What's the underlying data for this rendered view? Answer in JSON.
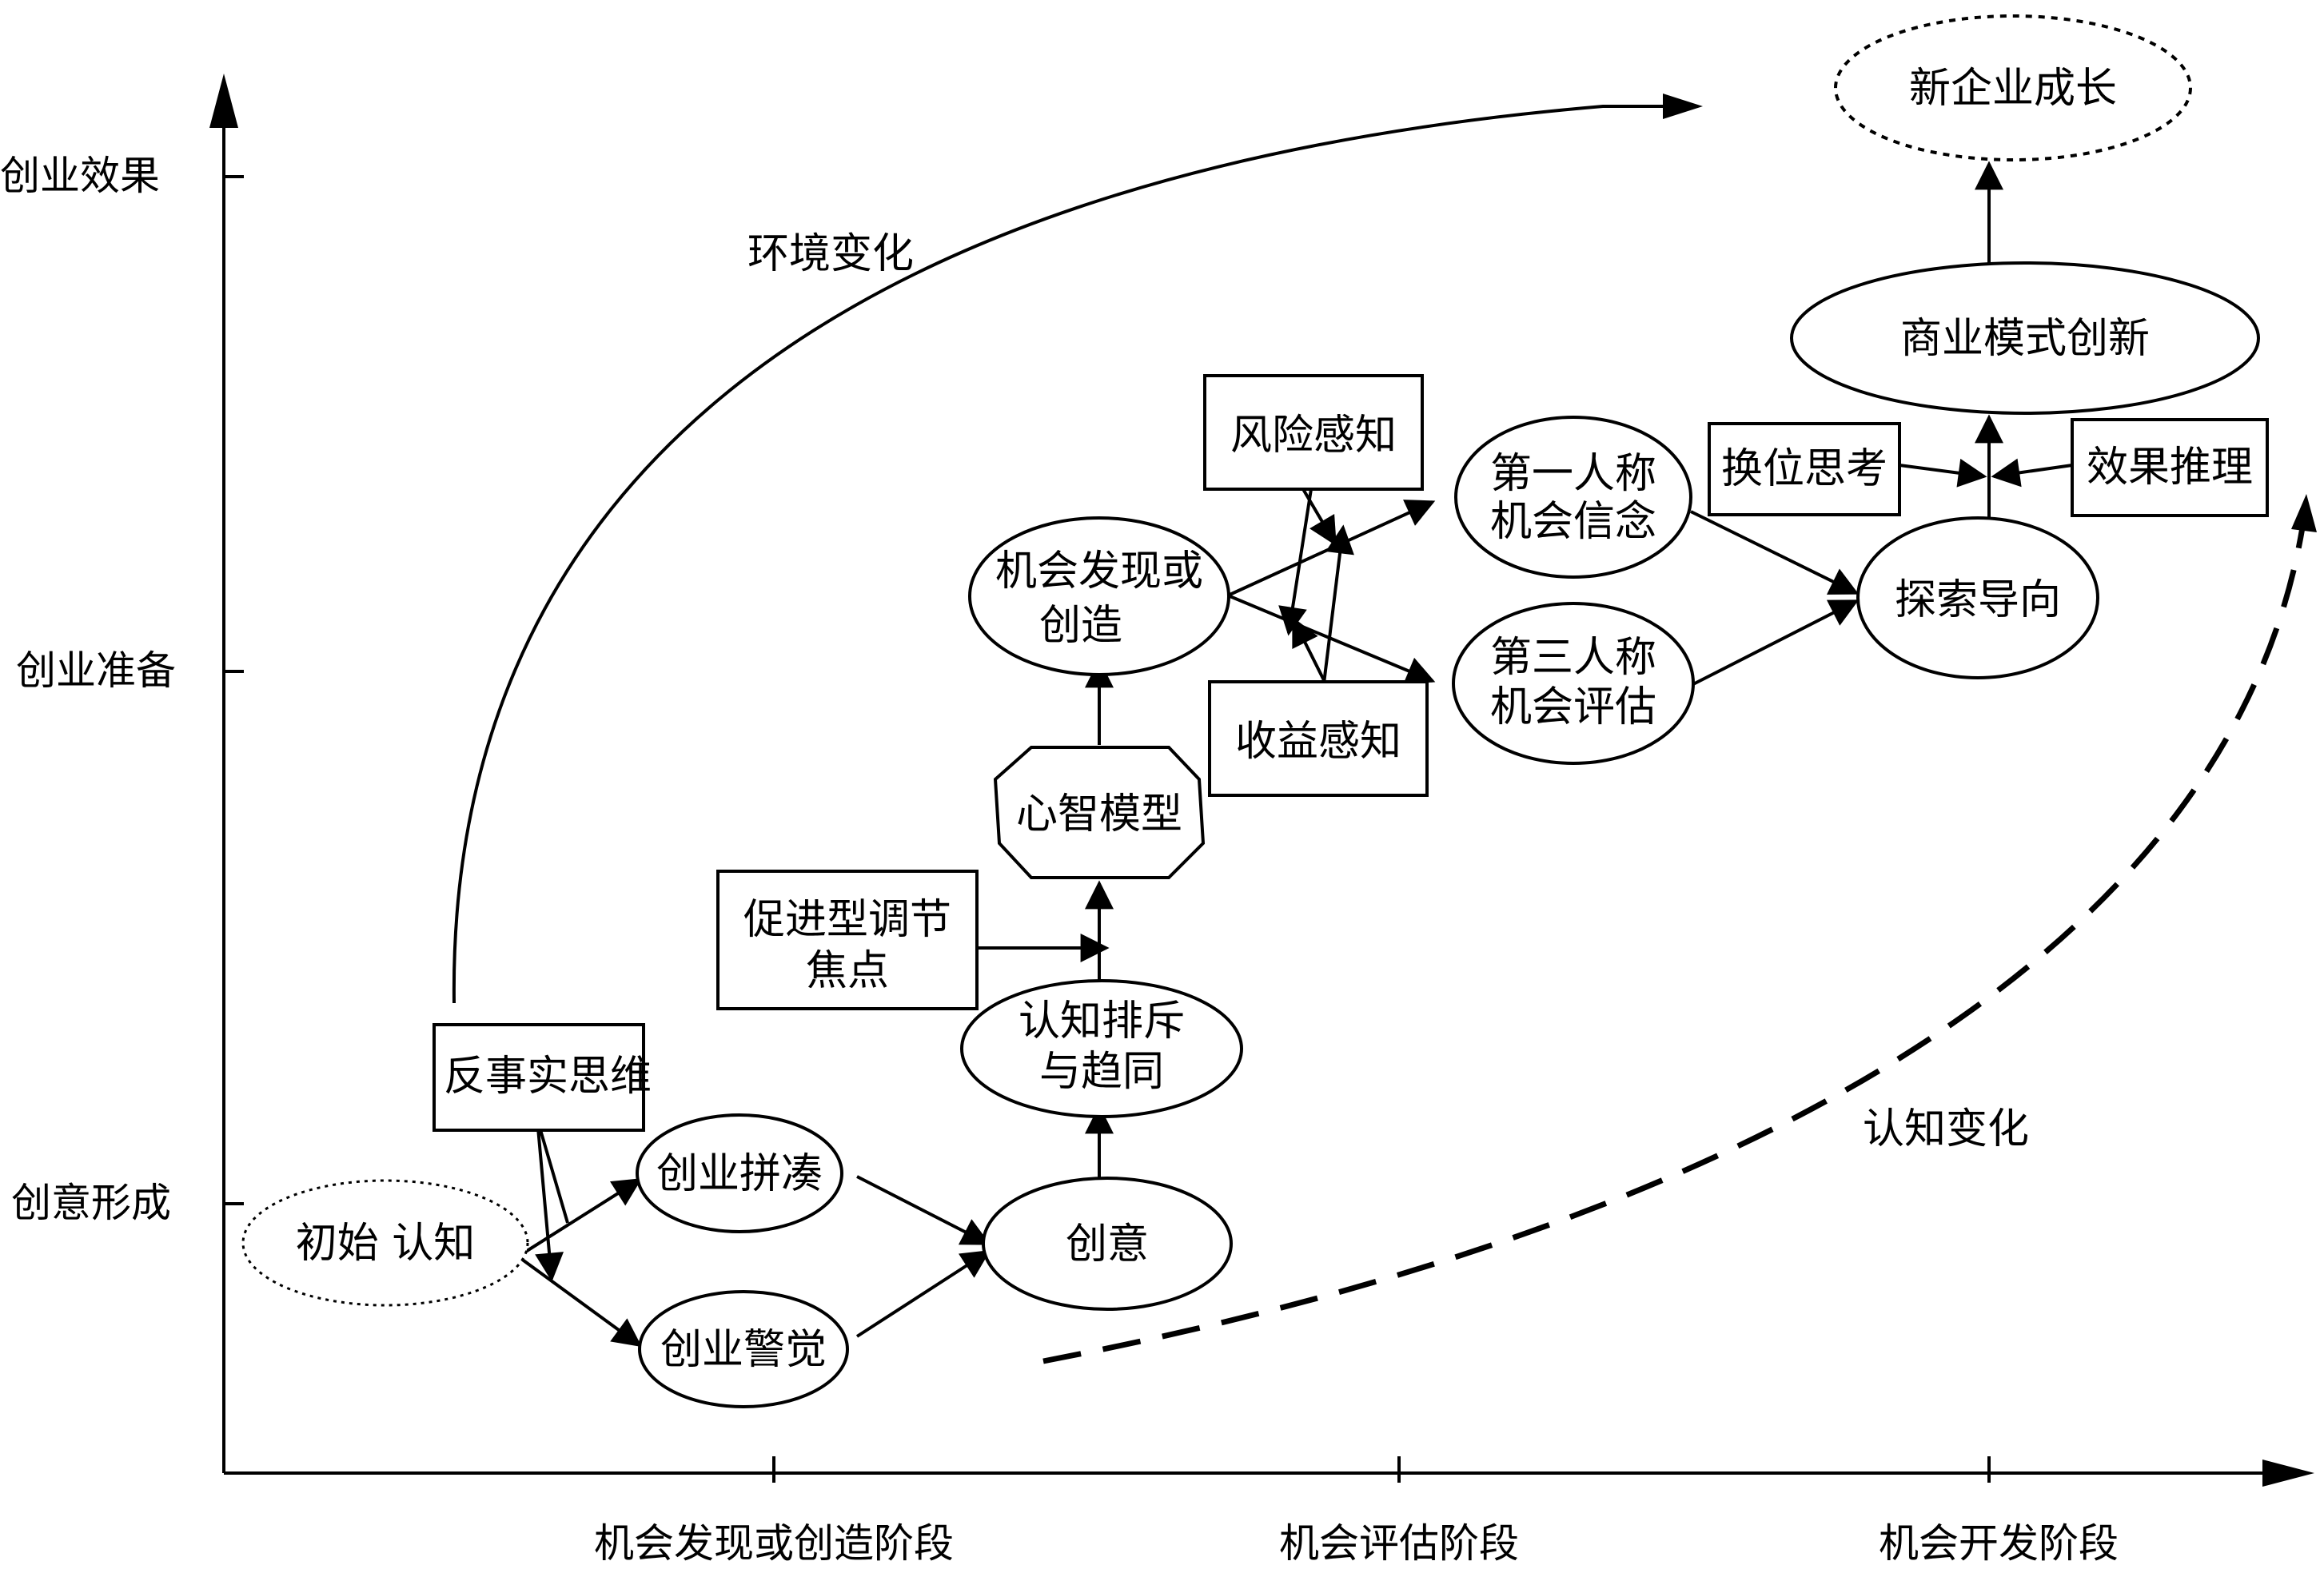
{
  "y_axis": {
    "levels": [
      "创业效果",
      "创业准备",
      "创意形成"
    ]
  },
  "x_axis": {
    "stages": [
      "机会发现或创造阶段",
      "机会评估阶段",
      "机会开发阶段"
    ]
  },
  "annotations": {
    "environment_change": "环境变化",
    "cognitive_change": "认知变化"
  },
  "nodes": {
    "initial_cognition": "初始 认知",
    "counterfactual_thinking": "反事实思维",
    "entrepreneurial_bricolage": "创业拼凑",
    "entrepreneurial_alertness": "创业警觉",
    "idea": "创意",
    "cognitive_exclusion": [
      "认知排斥",
      "与趋同"
    ],
    "promotion_focus": [
      "促进型调节",
      "焦点"
    ],
    "mental_model": "心智模型",
    "opportunity_discovery": [
      "机会发现或",
      "创造"
    ],
    "risk_perception": "风险感知",
    "benefit_perception": "收益感知",
    "first_person_belief": [
      "第一人称",
      "机会信念"
    ],
    "third_person_evaluation": [
      "第三人称",
      "机会评估"
    ],
    "perspective_taking": "换位思考",
    "effectuation": "效果推理",
    "exploration_orientation": "探索导向",
    "business_model_innovation": "商业模式创新",
    "new_venture_growth": "新企业成长"
  }
}
